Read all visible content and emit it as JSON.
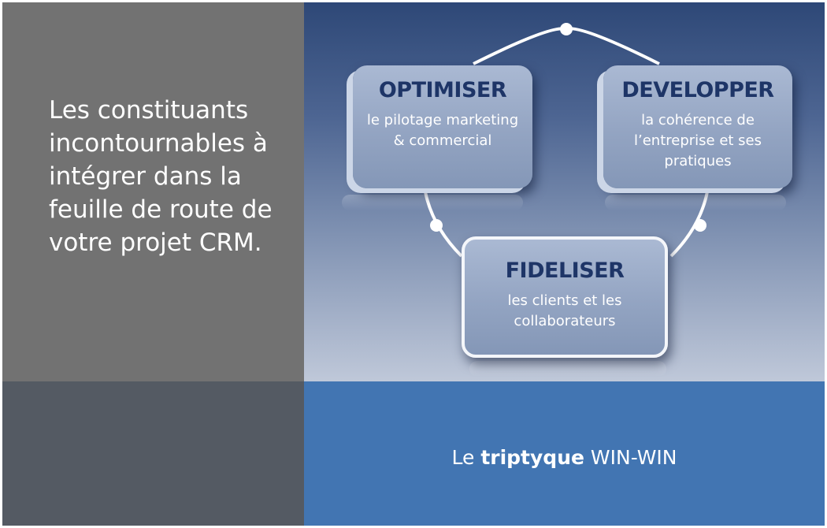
{
  "intro_text": "Les constituants incontournables à intégrer dans la feuille de route de votre projet CRM.",
  "diagram": {
    "type": "cycle",
    "nodes": [
      {
        "id": "optimiser",
        "title": "OPTIMISER",
        "description": "le pilotage marketing & commercial"
      },
      {
        "id": "developper",
        "title": "DEVELOPPER",
        "description": "la cohérence de l’entreprise et ses pratiques"
      },
      {
        "id": "fideliser",
        "title": "FIDELISER",
        "description": "les clients et les collaborateurs"
      }
    ]
  },
  "caption": {
    "prefix": "Le ",
    "emphasis": "triptyque",
    "suffix": " WIN-WIN"
  },
  "colors": {
    "left_panel": "#727272",
    "left_footer": "#545a63",
    "footer_accent": "#4275b2",
    "box_title": "#1e3567",
    "gradient_top": "#2e4877",
    "gradient_bottom": "#bfc8d9"
  }
}
